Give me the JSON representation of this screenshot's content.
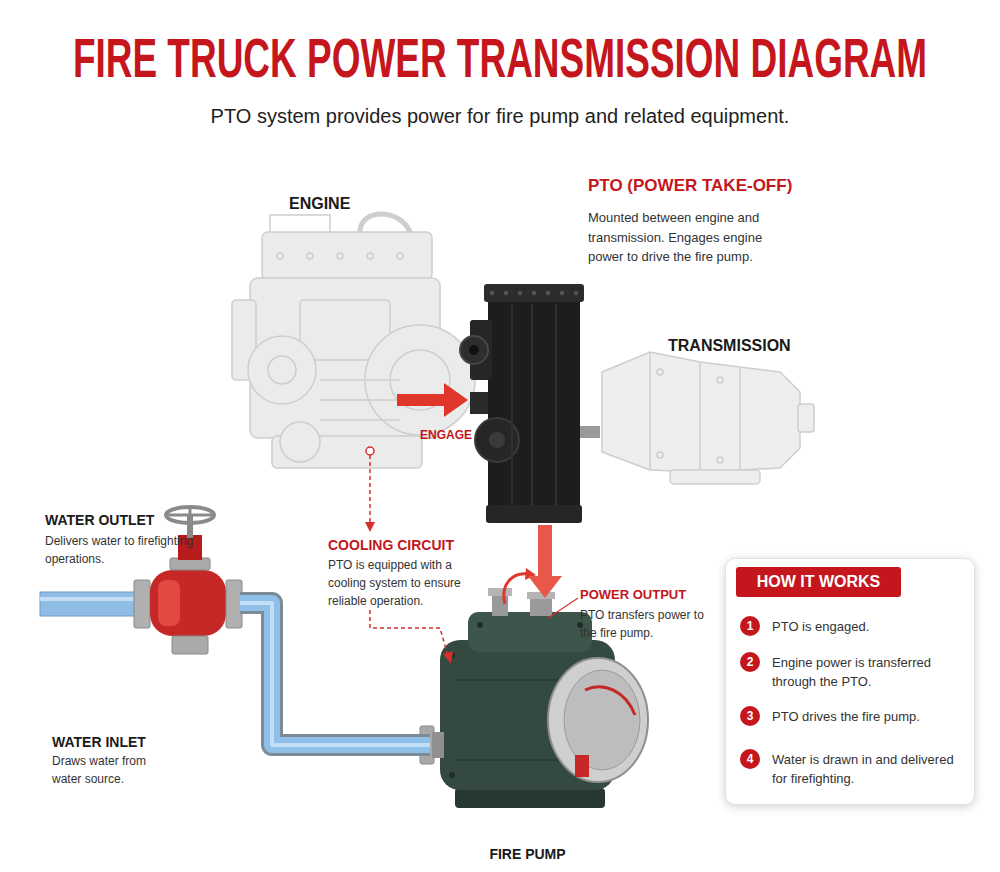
{
  "diagram": {
    "title": "FIRE TRUCK POWER TRANSMISSION DIAGRAM",
    "caption": "PTO system provides power for fire pump and related equipment.",
    "nodes": [
      {
        "text": [
          "ENGINE"
        ]
      },
      {
        "text": [
          "PTO (POWER TAKE-OFF)",
          "Mounted between engine and transmission. Engages engine power to drive the fire pump."
        ]
      },
      {
        "text": [
          "TRANSMISSION"
        ]
      },
      {
        "text": [
          "WATER OUTLET",
          "Delivers water to firefighting operations."
        ]
      },
      {
        "text": [
          "WATER INLET",
          "Draws water from water source."
        ]
      },
      {
        "text": [
          "FIRE PUMP"
        ]
      },
      {
        "text": [
          "HOW IT WORKS"
        ]
      },
      {
        "text": [
          "1",
          "PTO is engaged."
        ],
        "in": 6
      },
      {
        "text": [
          "2",
          "Engine power is transferred through the PTO."
        ],
        "in": 6
      },
      {
        "text": [
          "3",
          "PTO drives the fire pump."
        ],
        "in": 6
      },
      {
        "text": [
          "4",
          "Water is drawn in and delivered for firefighting."
        ],
        "in": 6
      }
    ],
    "edges": [
      {
        "from": 0,
        "to": 1,
        "arrow": "to",
        "label": "ENGAGE"
      },
      {
        "from": 1,
        "to": 5,
        "arrow": "to"
      },
      {
        "from": 1,
        "to": 2,
        "arrow": "none"
      },
      {
        "from": 3,
        "to": 5,
        "arrow": "none"
      }
    ],
    "labels": [
      "COOLING CIRCUIT",
      "PTO is equipped with a cooling system to ensure reliable operation.",
      "POWER OUTPUT",
      "PTO transfers power to the fire pump."
    ]
  }
}
